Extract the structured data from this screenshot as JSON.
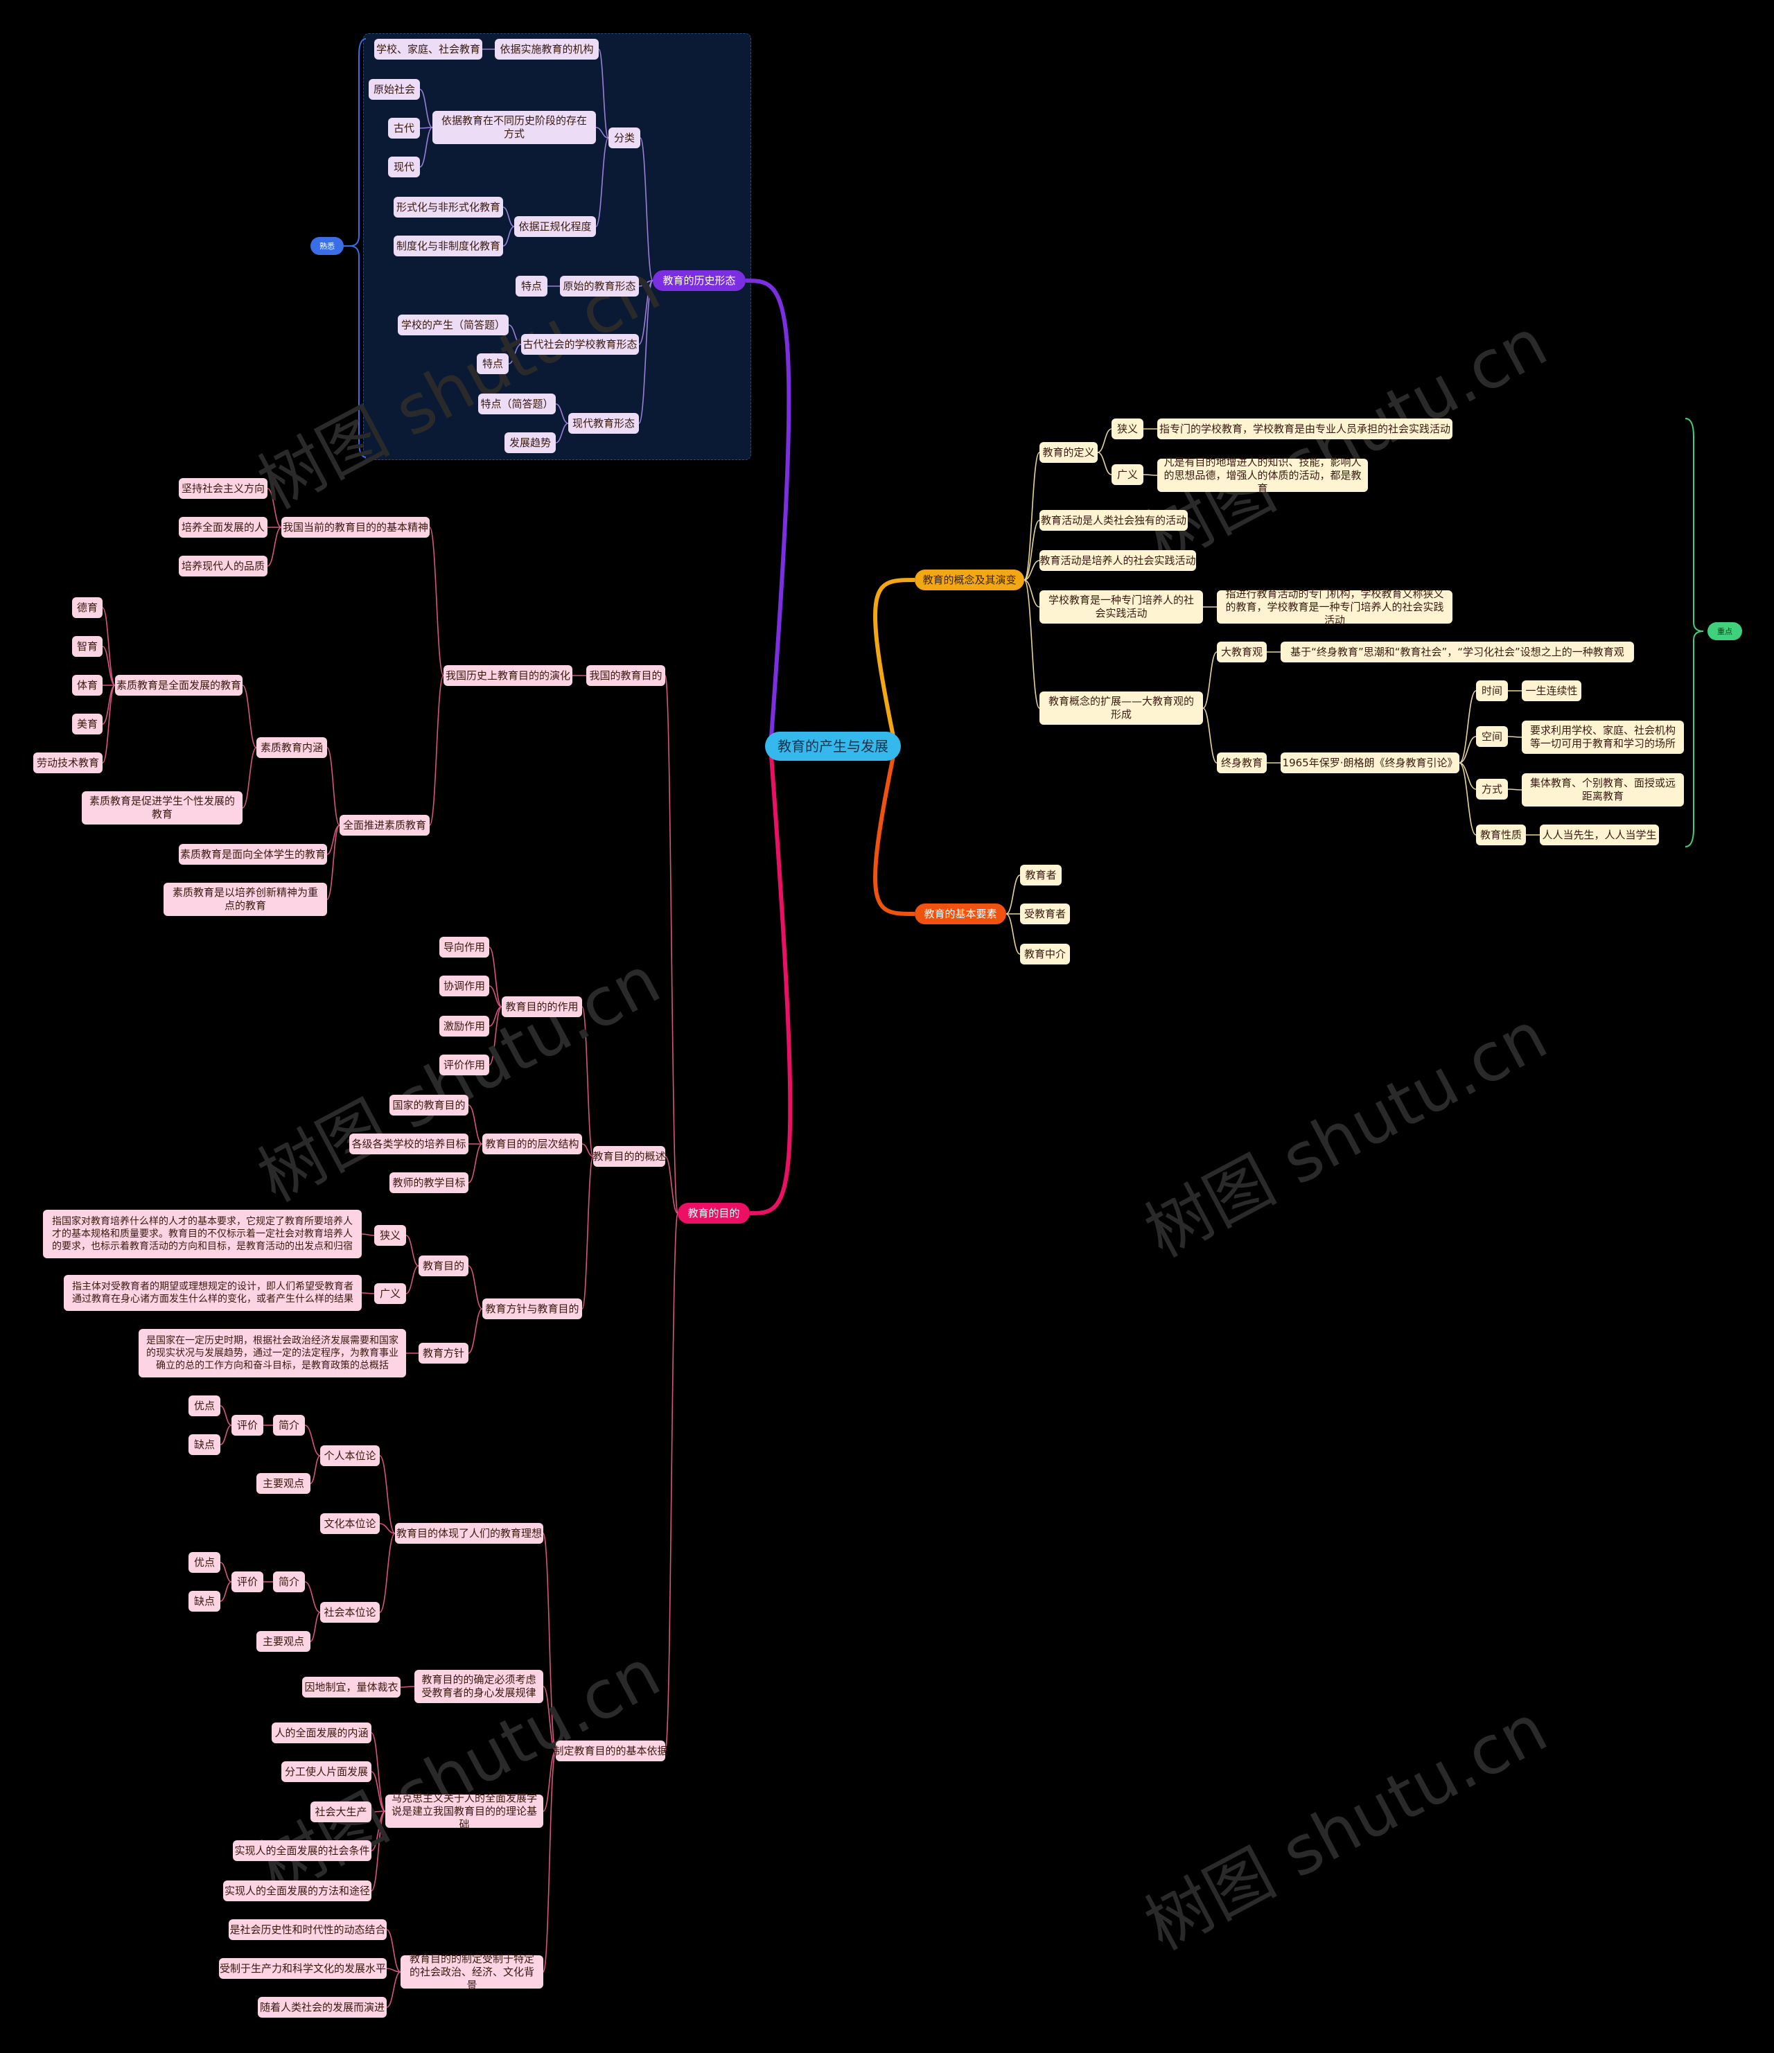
{
  "root": "教育的产生与发展",
  "tags": {
    "left": "熟悉",
    "right": "重点"
  },
  "watermark": "树图 shutu.cn",
  "branch1": {
    "title": "教育的历史形态",
    "cls": {
      "title": "分类",
      "inst": "依据实施教育的机构",
      "inst_val": "学校、家庭、社会教育",
      "stage": "依据教育在不同历史阶段的存在方式",
      "primitive": "原始社会",
      "ancient": "古代",
      "modern": "现代",
      "formal": "依据正规化程度",
      "formal1": "形式化与非形式化教育",
      "formal2": "制度化与非制度化教育"
    },
    "prim": {
      "title": "原始的教育形态",
      "feature": "特点"
    },
    "anc": {
      "title": "古代社会的学校教育形态",
      "school": "学校的产生（简答题）",
      "feature": "特点"
    },
    "mod": {
      "title": "现代教育形态",
      "feature": "特点（简答题）",
      "trend": "发展趋势"
    }
  },
  "branch2": {
    "title": "教育的概念及其演变",
    "def": "教育的定义",
    "narrow": "狭义",
    "narrow_text": "指专门的学校教育，学校教育是由专业人员承担的社会实践活动",
    "broad": "广义",
    "broad_text": "凡是有目的地增进人的知识、技能，影响人的思想品德，增强人的体质的活动，都是教育",
    "activity1": "教育活动是人类社会独有的活动",
    "activity2": "教育活动是培养人的社会实践活动",
    "school": "学校教育是一种专门培养人的社会实践活动",
    "school_text": "指进行教育活动的专门机构，学校教育又称狭义的教育，学校教育是一种专门培养人的社会实践活动",
    "expand": "教育概念的扩展——大教育观的形成",
    "big": "大教育观",
    "big_text": "基于“终身教育”思潮和“教育社会”，“学习化社会”设想之上的一种教育观",
    "life": "终身教育",
    "life_text": "1965年保罗·朗格朗《终身教育引论》",
    "time": "时间",
    "time_text": "一生连续性",
    "space": "空间",
    "space_text": "要求利用学校、家庭、社会机构等一切可用于教育和学习的场所",
    "way": "方式",
    "way_text": "集体教育、个别教育、面授或远距离教育",
    "nature": "教育性质",
    "nature_text": "人人当先生，人人当学生"
  },
  "branch3": {
    "title": "教育的基本要素",
    "items": [
      "教育者",
      "受教育者",
      "教育中介"
    ]
  },
  "branch4": {
    "title": "教育的目的",
    "cn": {
      "title": "我国的教育目的",
      "history": "我国历史上教育目的的演化",
      "spirit": "我国当前的教育目的的基本精神",
      "spirit_items": [
        "坚持社会主义方向",
        "培养全面发展的人",
        "培养现代人的品质"
      ],
      "quality": "全面推进素质教育",
      "content": "素质教育内涵",
      "allround": "素质教育是全面发展的教育",
      "five": [
        "德育",
        "智育",
        "体育",
        "美育",
        "劳动技术教育"
      ],
      "individual": "素质教育是促进学生个性发展的教育",
      "all_students": "素质教育是面向全体学生的教育",
      "innovation": "素质教育是以培养创新精神为重点的教育"
    },
    "ov": {
      "title": "教育目的的概述",
      "func": "教育目的的作用",
      "func_items": [
        "导向作用",
        "协调作用",
        "激励作用",
        "评价作用"
      ],
      "level": "教育目的的层次结构",
      "level_items": [
        "国家的教育目的",
        "各级各类学校的培养目标",
        "教师的教学目标"
      ],
      "policy": "教育方针与教育目的",
      "aim": "教育目的",
      "narrow": "狭义",
      "narrow_text": "指国家对教育培养什么样的人才的基本要求，它规定了教育所要培养人才的基本规格和质量要求。教育目的不仅标示着一定社会对教育培养人的要求，也标示着教育活动的方向和目标，是教育活动的出发点和归宿",
      "broad": "广义",
      "broad_text": "指主体对受教育者的期望或理想规定的设计，即人们希望受教育者通过教育在身心诸方面发生什么样的变化，或者产生什么样的结果",
      "guide": "教育方针",
      "guide_text": "是国家在一定历史时期，根据社会政治经济发展需要和国家的现实状况与发展趋势，通过一定的法定程序，为教育事业确立的总的工作方向和奋斗目标，是教育政策的总概括"
    },
    "basis": {
      "title": "制定教育目的的基本依据",
      "ideal": "教育目的体现了人们的教育理想",
      "indiv": "个人本位论",
      "culture": "文化本位论",
      "social": "社会本位论",
      "eval": "评价",
      "intro": "简介",
      "pro": "优点",
      "con": "缺点",
      "main": "主要观点",
      "body": "教育目的的确定必须考虑受教育者的身心发展规律",
      "body_item": "因地制宜，量体裁衣",
      "marx": "马克思主义关于人的全面发展学说是建立我国教育目的的理论基础",
      "marx_items": [
        "人的全面发展的内涵",
        "分工使人片面发展",
        "社会大生产",
        "实现人的全面发展的社会条件",
        "实现人的全面发展的方法和途径"
      ],
      "cond": "教育目的的制定受制于特定的社会政治、经济、文化背景",
      "cond_items": [
        "是社会历史性和时代性的动态结合",
        "受制于生产力和科学文化的发展水平",
        "随着人类社会的发展而演进"
      ]
    }
  },
  "colors": {
    "b1": "#7b2fe0",
    "b2": "#f3a712",
    "b3": "#f0520f",
    "b4": "#ec1065",
    "root": "#35b9ec"
  }
}
